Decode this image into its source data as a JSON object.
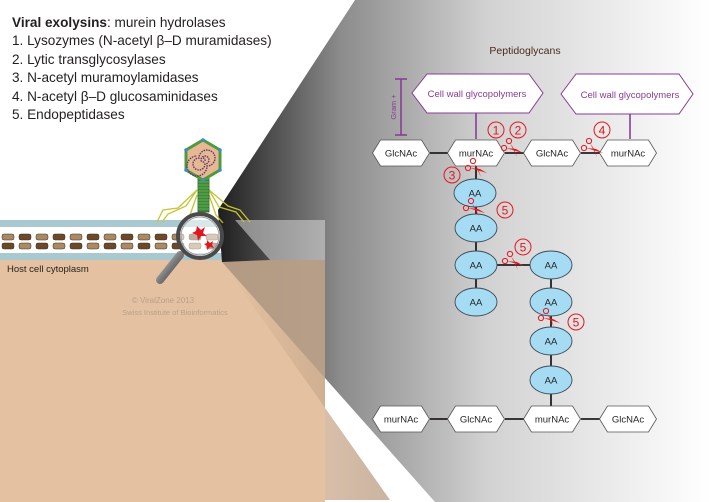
{
  "legend": {
    "title_bold": "Viral exolysins",
    "title_rest": ": murein hydrolases",
    "items": [
      "1. Lysozymes (N-acetyl β–D muramidases)",
      "2. Lytic transglycosylases",
      "3. N-acetyl muramoylamidases",
      "4. N-acetyl β–D glucosaminidases",
      "5. Endopeptidases"
    ]
  },
  "left_panel": {
    "host_label": "Host cell cytoplasm",
    "credit_line1": "© ViralZone 2013",
    "credit_line2": "Swiss Institute of Bioinformatics"
  },
  "zoom_panel": {
    "title": "Peptidoglycans",
    "gram_label": "Gram +",
    "glycopolymer_label": "Cell wall glycopolymers",
    "top_chain": [
      "GlcNAc",
      "murNAc",
      "GlcNAc",
      "murNAc"
    ],
    "bottom_chain": [
      "murNAc",
      "GlcNAc",
      "murNAc",
      "GlcNAc"
    ],
    "aa_label": "AA",
    "cut_sites": [
      "1",
      "2",
      "3",
      "4",
      "5",
      "5",
      "5"
    ]
  },
  "colors": {
    "cytoplasm": "#e4c2a1",
    "membrane_edge": "#a9c9d0",
    "glycopolymer": "#8a3c96",
    "aa_fill": "#a6dcf3",
    "cut": "#e3161e",
    "title_brown": "#4a2c1a"
  }
}
